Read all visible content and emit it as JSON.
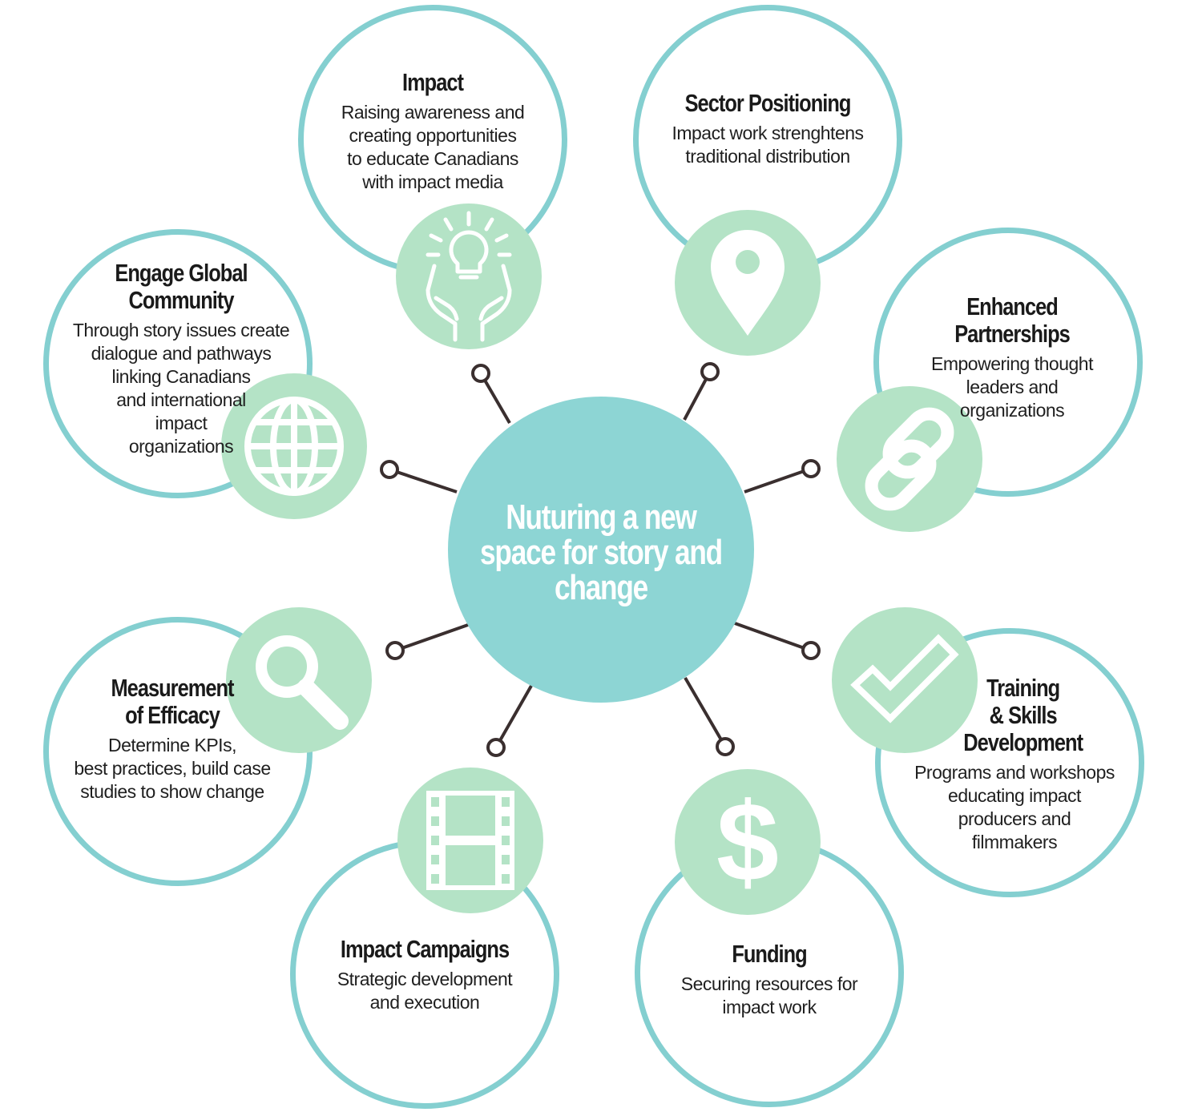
{
  "center": {
    "title": "Nuturing a new\nspace for story and\nchange"
  },
  "colors": {
    "ring": "#84cfd0",
    "badge": "#b4e3c6",
    "center": "#8dd5d4",
    "connector": "#3a2f2f"
  },
  "nodes": {
    "impact": {
      "title": "Impact",
      "desc": "Raising awareness and\ncreating opportunities\nto educate Canadians\nwith impact media",
      "icon": "lightbulb-hands-icon"
    },
    "sector": {
      "title": "Sector Positioning",
      "desc": "Impact work strenghtens\ntraditional distribution",
      "icon": "map-pin-icon"
    },
    "partnerships": {
      "title": "Enhanced\nPartnerships",
      "desc": "Empowering thought\nleaders and\n      organizations",
      "icon": "chain-link-icon"
    },
    "training": {
      "title": "Training\n& Skills\nDevelopment",
      "desc": "Programs and workshops\neducating impact\nproducers and\nfilmmakers",
      "icon": "checkmark-icon"
    },
    "funding": {
      "title": "Funding",
      "desc": "Securing resources for\nimpact work",
      "icon": "dollar-icon"
    },
    "campaigns": {
      "title": "Impact Campaigns",
      "desc": "Strategic development\nand execution",
      "icon": "film-strip-icon"
    },
    "measurement": {
      "title": "Measurement\nof Efficacy",
      "desc": "Determine KPIs,\nbest practices, build case\nstudies to show change",
      "icon": "magnifier-icon"
    },
    "global": {
      "title": "Engage Global\nCommunity",
      "desc": "Through story issues create\ndialogue and pathways\nlinking Canadians\nand international\nimpact\norganizations",
      "icon": "globe-icon"
    }
  }
}
